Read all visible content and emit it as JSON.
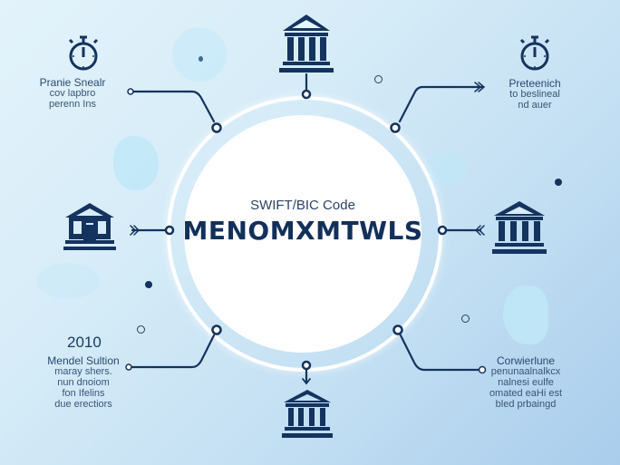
{
  "center": {
    "label": "SWIFT/BIC Code",
    "code": "MENOMXMTWLS"
  },
  "nodes": [
    {
      "id": "top",
      "icon": "bank-icon"
    },
    {
      "id": "top-left",
      "icon": "stopwatch-icon",
      "caption": [
        "Pranie Snealr",
        "cov lapbro",
        "perenn Ins"
      ]
    },
    {
      "id": "top-right",
      "icon": "stopwatch-icon",
      "caption": [
        "Preteenich",
        "to beslineal",
        "nd auer"
      ]
    },
    {
      "id": "left",
      "icon": "bank-branch-icon"
    },
    {
      "id": "right",
      "icon": "bank-icon"
    },
    {
      "id": "bottom-left",
      "icon": "none",
      "year": "2010",
      "caption": [
        "Mendel Sultion",
        "maray shers.",
        "nun dnoiom",
        "fon Ifelins",
        "due erectiors"
      ]
    },
    {
      "id": "bottom-right",
      "icon": "none",
      "caption": [
        "Corwierlune",
        "penunaalnalkcx",
        "nalnesi eulfe",
        "omated eaHi est",
        "bled prbaingd"
      ]
    },
    {
      "id": "bottom",
      "icon": "bank-icon"
    }
  ],
  "colors": {
    "navy": "#14335e",
    "ring": "#ffffff",
    "bg_light": "#e3f3fb",
    "bg_dark": "#a9cdec"
  }
}
